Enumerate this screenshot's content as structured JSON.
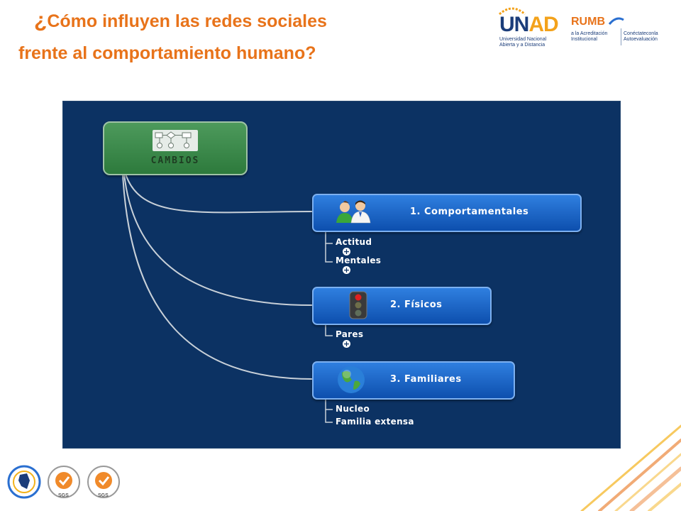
{
  "slide": {
    "title_line1_mark": "¿",
    "title_line1_text": "Cómo influyen las redes sociales",
    "title_line2": "frente al  comportamiento humano?"
  },
  "logos": {
    "unad_u": "U",
    "unad_n": "N",
    "unad_ad": "AD",
    "unad_sub1": "Universidad Nacional",
    "unad_sub2": "Abierta y a Distancia",
    "rumbo": "RUMB",
    "rumbo_sub1": "a la Acreditación",
    "rumbo_sub2": "Institucional",
    "rumbo_sub3": "Conéctateconla",
    "rumbo_sub4": "Autoevaluación",
    "sgs_1": "SGS",
    "sgs_2": "SGS"
  },
  "colors": {
    "title": "#e8731a",
    "diagram_bg": "#0c3263",
    "root_node": "#3a8a4a",
    "branch_node": "#1a63c8",
    "connector": "#c8d0d8"
  },
  "mindmap": {
    "root": {
      "label": "CAMBIOS",
      "icon": "flowchart-icon"
    },
    "branches": [
      {
        "label": "1. Comportamentales",
        "icon": "people-icon",
        "children": [
          "Actitud",
          "Mentales"
        ]
      },
      {
        "label": "2. Físicos",
        "icon": "traffic-light-icon",
        "children": [
          "Pares"
        ]
      },
      {
        "label": "3. Familiares",
        "icon": "globe-icon",
        "children": [
          "Nucleo",
          "Familia extensa"
        ]
      }
    ]
  }
}
